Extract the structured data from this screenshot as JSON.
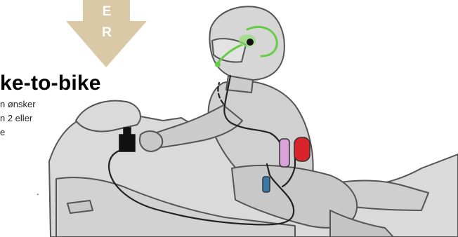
{
  "arrow": {
    "letters": [
      "E",
      "R"
    ],
    "color": "#d9c9a6"
  },
  "section": {
    "heading": "ke-to-bike",
    "lines": [
      "n ønsker",
      "n 2 eller",
      "e"
    ],
    "trailing": "."
  },
  "illustration": {
    "subject": "motorcycle-rider-with-intercom",
    "colors": {
      "bike_fill": "#dadada",
      "outline": "#555555",
      "headset": "#66cc44",
      "module_red": "#d8232a",
      "module_pink": "#d9a3d9",
      "connector_blue": "#3a7aa8",
      "cable": "#222222"
    }
  }
}
